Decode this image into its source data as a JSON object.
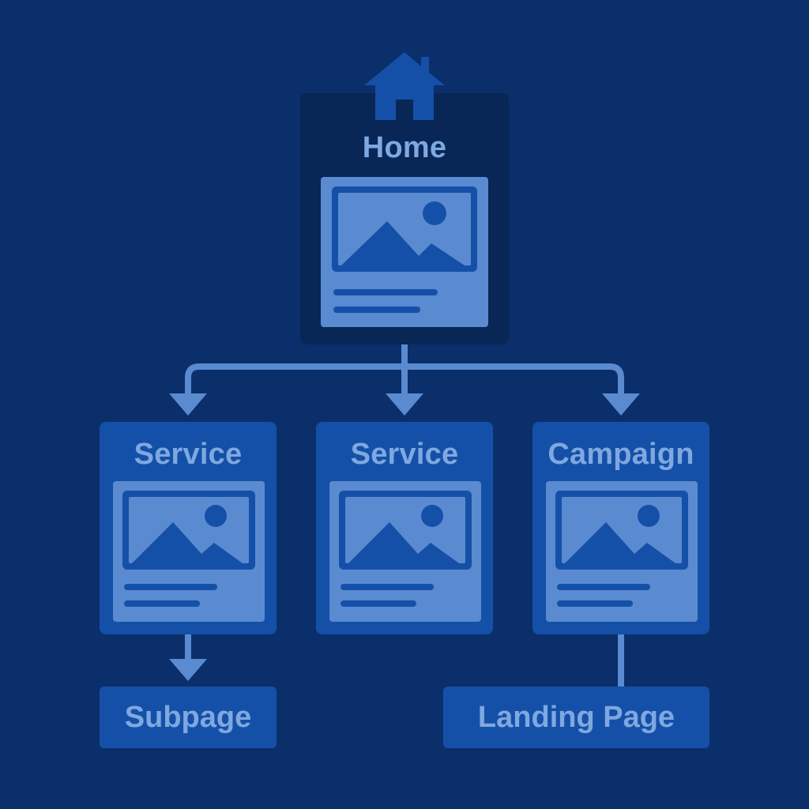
{
  "colors": {
    "background": "#0b2f6b",
    "home_card": "#082656",
    "child_card": "#1550a8",
    "thumbnail": "#5a8ad0",
    "thumbnail_frame": "#1550a8",
    "connector": "#5a8ad0",
    "text": "#7ea8e0"
  },
  "icons": {
    "home": "house-icon",
    "image": "image-placeholder-icon",
    "arrow": "arrow-down-icon"
  },
  "home": {
    "title": "Home"
  },
  "pages": [
    {
      "title": "Service"
    },
    {
      "title": "Service"
    },
    {
      "title": "Campaign"
    }
  ],
  "subpages": {
    "subpage": "Subpage",
    "landing": "Landing Page"
  }
}
